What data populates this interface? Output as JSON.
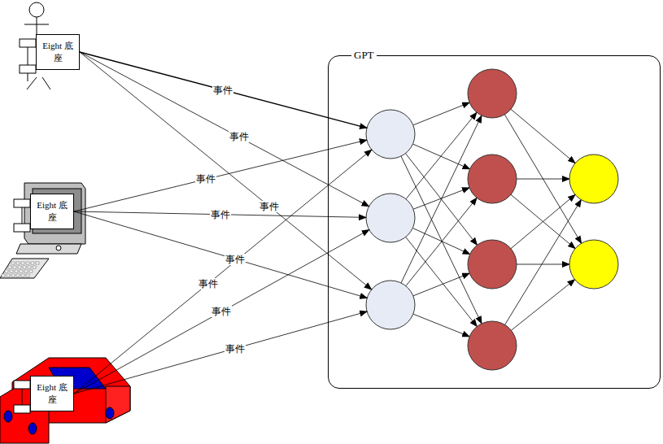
{
  "diagram": {
    "nodes": [
      {
        "text": [
          "Eight 底座"
        ]
      },
      {
        "text": [
          "Eight 底座"
        ]
      },
      {
        "text": [
          "Eight 底座"
        ]
      },
      {
        "text": [
          "GPT"
        ]
      }
    ],
    "edges": [
      {
        "from": 0,
        "to": 3,
        "arrow": "to",
        "label": "事件"
      },
      {
        "from": 0,
        "to": 3,
        "arrow": "to",
        "label": "事件"
      },
      {
        "from": 0,
        "to": 3,
        "arrow": "to",
        "label": "事件"
      },
      {
        "from": 1,
        "to": 3,
        "arrow": "to",
        "label": "事件"
      },
      {
        "from": 1,
        "to": 3,
        "arrow": "to",
        "label": "事件"
      },
      {
        "from": 1,
        "to": 3,
        "arrow": "to",
        "label": "事件"
      },
      {
        "from": 2,
        "to": 3,
        "arrow": "to",
        "label": "事件"
      },
      {
        "from": 2,
        "to": 3,
        "arrow": "to",
        "label": "事件"
      },
      {
        "from": 2,
        "to": 3,
        "arrow": "to",
        "label": "事件"
      }
    ]
  }
}
